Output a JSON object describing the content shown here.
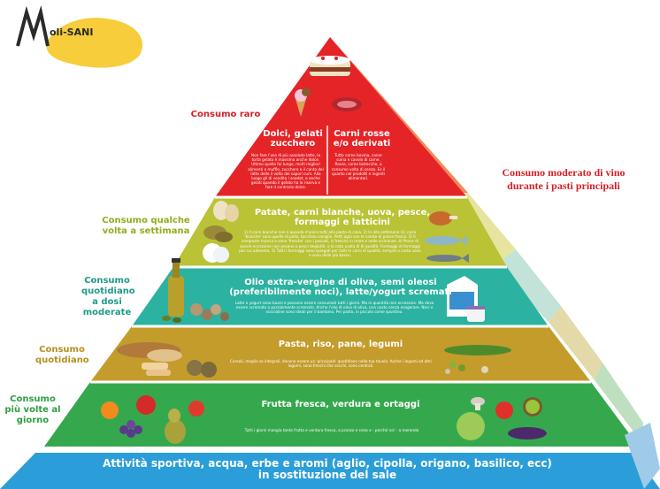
{
  "logo": {
    "text_main": "oli-",
    "text_sani": "SANI"
  },
  "wine_note": "Consumo moderato di vino durante i pasti principali",
  "tiers": {
    "rare": {
      "side_label": "Consumo raro",
      "left_title": "Dolci, gelati zucchero",
      "right_title": "Carni rosse e/o derivati",
      "left_note": "Non fare l'uso di più assoluto latte, la torta gelato è massimo anche dolce. Ultimo quelle fai lungo, molti migliori alimenti e muffle, zucchero e il canto del latte delle il volta dei sapori cum. Alla luogo gli di vendita i snadet, e anche gelati quando il gelato ha la riserva e fare il contrario dolce.",
      "right_note": "Tutto carne bovina, carne suina e cavolo di carne. Rosse, come bistecche, a consumo volta di senza. Es il quanto nel prodotti e ingenti alimentari."
    },
    "weekly": {
      "side_label": "Consumo qualche volta a settimana",
      "title": "Patate, carni bianche, uova, pesce, formaggi e latticini",
      "note": "1) Il carni bianche non è quando d'unico tutti alla pasta di casa. 2) In alla settimana (1) carni 'bianche' sono quelle di pollo, tacchino coniglio. Petti ogni con le carote di pesce fresco. 3) Il composte manca e sono 'fresche' con i pescati, si fresche in mare e nelle vicinanze. 4) Pesce di specie eccezione non pesano o pesci deglutiti, e la nota usata di di qualità. Formaggi di formaggi per cui alimenta. 5) Tutti i formaggi sono spiegati per tutti le carni di qualità, sempre a costo sono e sono dalle più basso."
    },
    "daily_moderate": {
      "side_label": "Consumo quotidiano a dosi moderate",
      "title": "Olio extra-vergine di oliva, semi oleosi (preferibilmente noci), latte/yogurt scremati",
      "note": "Latte e yogurt sono buoni e possono essere consumati tutti i giorni. Ma in quantità non eccessive. Ma deve essere scremato o parzialmente scremato. Anche l'olio di oliva di oliva, una usato senza esagerare. Noci e noccioline sono ideali per il bambino. Per pasto, in piccolo come spuntino."
    },
    "daily": {
      "side_label": "Consumo quotidiano",
      "title": "Pasta, riso, pane, legumi",
      "note": "Cereali, meglio se integrali, devono essere un 'principale' quotidiano nella tua tavola. Anche i legumi ed altri legumi, sono freschi che secchi, sono centrali."
    },
    "many_daily": {
      "side_label": "Consumo più volte al giorno",
      "title": "Frutta fresca, verdura e ortaggi",
      "note": "Tutti i giorni mangia tanta frutta e verdura fresca, a pranzo e cena e - perché no! - a merenda"
    }
  },
  "base": {
    "line1": "Attività sportiva, acqua, erbe e aromi (aglio, cipolla, origano, basilico, ecc)",
    "line2": "in sostituzione del sale"
  },
  "colors": {
    "red": "#e52428",
    "lime": "#b9c335",
    "teal": "#2bb2a1",
    "ochre": "#c49c2c",
    "green": "#35a84d",
    "base": "#2b9ed9",
    "label_red": "#d81f26",
    "label_green": "#8fae1c"
  }
}
